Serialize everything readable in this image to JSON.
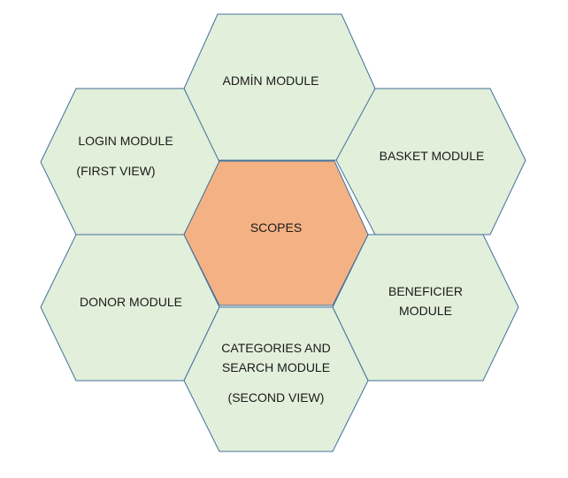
{
  "diagram": {
    "center": {
      "lines": [
        "SCOPES"
      ],
      "fill": "#f4b183"
    },
    "modules": [
      {
        "id": "admin",
        "lines": [
          "ADMİN MODULE"
        ]
      },
      {
        "id": "login",
        "lines": [
          "LOGIN MODULE",
          "(FIRST VIEW)"
        ]
      },
      {
        "id": "basket",
        "lines": [
          "BASKET MODULE"
        ]
      },
      {
        "id": "donor",
        "lines": [
          "DONOR MODULE"
        ]
      },
      {
        "id": "beneficier",
        "lines": [
          "BENEFICIER",
          "MODULE"
        ]
      },
      {
        "id": "categories",
        "lines": [
          "CATEGORIES AND",
          "SEARCH MODULE",
          "(SECOND VIEW)"
        ]
      }
    ],
    "colors": {
      "module_fill": "#e2efda",
      "stroke": "#41719c"
    }
  }
}
